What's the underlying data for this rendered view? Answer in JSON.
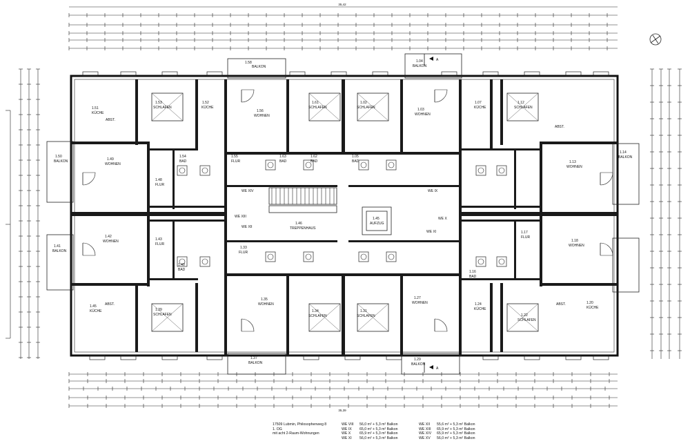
{
  "rooms": {
    "r153": {
      "num": "1.53",
      "name": "SCHLAFEN"
    },
    "r152": {
      "num": "1.52",
      "name": "KÜCHE"
    },
    "r151": {
      "num": "1.51",
      "name": "KÜCHE"
    },
    "r154": {
      "num": "1.54",
      "name": "BAD"
    },
    "r150": {
      "num": "1.50",
      "name": "BALKON"
    },
    "r149": {
      "num": "1.49",
      "name": "WOHNEN"
    },
    "r148": {
      "num": "1.48",
      "name": "FLUR"
    },
    "r155": {
      "num": "1.55",
      "name": "FLUR"
    },
    "r156": {
      "num": "1.56",
      "name": "WOHNEN"
    },
    "r158": {
      "num": "1.58",
      "name": "BALKON"
    },
    "r161": {
      "num": "1.61",
      "name": "SCHLAFEN"
    },
    "r163": {
      "num": "1.63",
      "name": "BAD"
    },
    "r162": {
      "num": "1.62",
      "name": "BAD"
    },
    "r102": {
      "num": "1.02",
      "name": "SCHLAFEN"
    },
    "r103": {
      "num": "1.03",
      "name": "WOHNEN"
    },
    "r104": {
      "num": "1.04",
      "name": "BALKON"
    },
    "r105": {
      "num": "1.05",
      "name": "BAD"
    },
    "r107": {
      "num": "1.07",
      "name": "KÜCHE"
    },
    "r112": {
      "num": "1.12",
      "name": "SCHLAFEN"
    },
    "r114": {
      "num": "1.14",
      "name": "BALKON"
    },
    "r113": {
      "num": "1.13",
      "name": "WOHNEN"
    },
    "r116": {
      "num": "1.16",
      "name": "BAD"
    },
    "r117": {
      "num": "1.17",
      "name": "FLUR"
    },
    "r118": {
      "num": "1.18",
      "name": "WOHNEN"
    },
    "r120": {
      "num": "1.20",
      "name": "KÜCHE"
    },
    "r122": {
      "num": "1.22",
      "name": "SCHLAFEN"
    },
    "r124": {
      "num": "1.24",
      "name": "KÜCHE"
    },
    "r127": {
      "num": "1.27",
      "name": "WOHNEN"
    },
    "r129": {
      "num": "1.29",
      "name": "BALKON"
    },
    "r131": {
      "num": "1.31",
      "name": "SCHLAFEN"
    },
    "r134": {
      "num": "1.34",
      "name": "SCHLAFEN"
    },
    "r135": {
      "num": "1.35",
      "name": "WOHNEN"
    },
    "r137": {
      "num": "1.37",
      "name": "BALKON"
    },
    "r139": {
      "num": "1.39",
      "name": "SCHLAFEN"
    },
    "r140": {
      "num": "1.40",
      "name": "BAD"
    },
    "r141": {
      "num": "1.41",
      "name": "BALKON"
    },
    "r142": {
      "num": "1.42",
      "name": "WOHNEN"
    },
    "r143": {
      "num": "1.43",
      "name": "FLUR"
    },
    "r145": {
      "num": "1.45",
      "name": "KÜCHE"
    },
    "r146": {
      "num": "1.46",
      "name": "TREPPENHAUS"
    },
    "r145b": {
      "num": "1.45",
      "name": "AUFZUG"
    },
    "r133": {
      "num": "1.33",
      "name": "FLUR"
    }
  },
  "units": {
    "we_xiv": "WE XIV",
    "we_xiii": "WE XIII",
    "we_xii": "WE XII",
    "we_xi": "WE XI",
    "we_x": "WE X",
    "we_ix": "WE IX"
  },
  "misc": {
    "abst": "ABST.",
    "dim_top": "35,42",
    "dim_bottom": "35,39",
    "arrow_a": "A"
  },
  "legend": {
    "line1": "17509 Lubmin, Philosophenweg 8",
    "line2": "1. OG",
    "line3": "mit acht 2-Raum-Wohnungen",
    "units_a": [
      {
        "we": "WE VIII",
        "area": "56,0 m² + 5,3 m² Balkon"
      },
      {
        "we": "WE IX",
        "area": "65,0 m² + 5,3 m² Balkon"
      },
      {
        "we": "WE X",
        "area": "65,9 m² + 5,3 m² Balkon"
      },
      {
        "we": "WE XI",
        "area": "56,0 m² + 5,3 m² Balkon"
      }
    ],
    "units_b": [
      {
        "we": "WE XII",
        "area": "55,6 m² + 5,3 m² Balkon"
      },
      {
        "we": "WE XIII",
        "area": "65,9 m² + 5,3 m² Balkon"
      },
      {
        "we": "WE XIV",
        "area": "65,9 m² + 5,3 m² Balkon"
      },
      {
        "we": "WE XV",
        "area": "56,0 m² + 5,3 m² Balkon"
      }
    ]
  }
}
